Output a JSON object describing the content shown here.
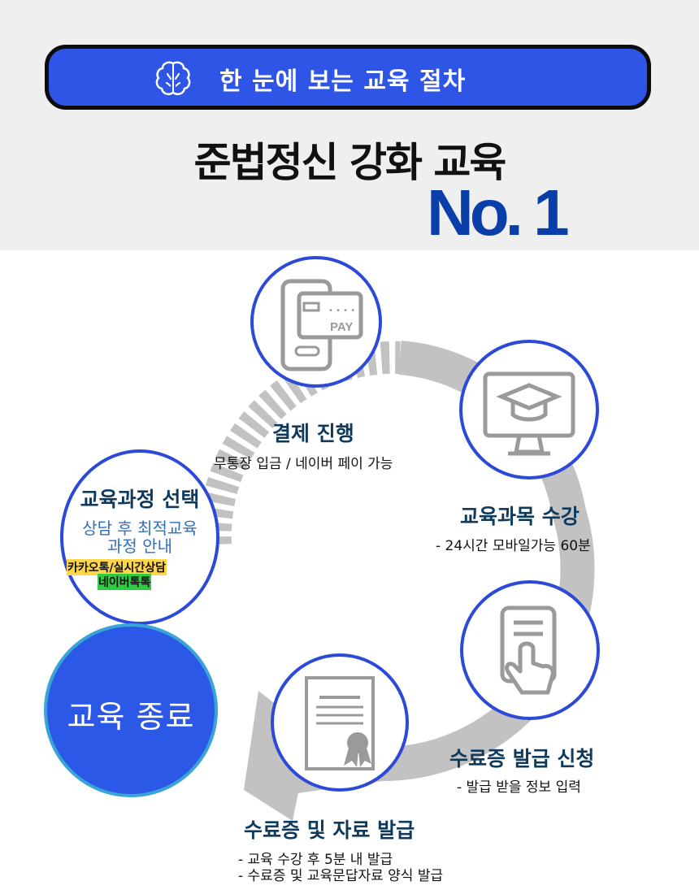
{
  "header": {
    "pill_title": "한 눈에 보는 교육 절차",
    "main_title": "준법정신 강화 교육",
    "badge": "No. 1",
    "brain_icon": "brain-icon"
  },
  "steps": {
    "payment": {
      "title": "결제 진행",
      "desc": "무통장 입금 / 네이버 페이 가능",
      "icon": "mobile-pay-icon"
    },
    "course": {
      "title": "교육과목 수강",
      "desc": "- 24시간 모바일가능 60분",
      "icon": "monitor-graduation-cap-icon"
    },
    "apply": {
      "title": "수료증 발급 신청",
      "desc": "- 발급 받을 정보 입력",
      "icon": "hand-touch-document-icon"
    },
    "issue": {
      "title": "수료증 및 자료 발급",
      "desc1": "- 교육 수강 후 5분 내 발급",
      "desc2": "- 수료증  및 교육문답자료 양식 발급",
      "icon": "certificate-icon"
    },
    "select": {
      "title": "교육과정 선택",
      "sub1": "상담 후 최적교육",
      "sub2": "과정 안내",
      "hl1": "카카오톡/실시간상담",
      "hl2": "네이버톡톡"
    },
    "end": {
      "label": "교육 종료"
    }
  },
  "colors": {
    "accent_blue": "#2f55e6",
    "badge_navy": "#0a3ea8",
    "heading_navy": "#0f3a5c",
    "circle_border": "#2c49d8",
    "highlight_yellow": "#ffd54a",
    "highlight_green": "#2ecc40",
    "arrow_gray": "#c2c2c2"
  }
}
